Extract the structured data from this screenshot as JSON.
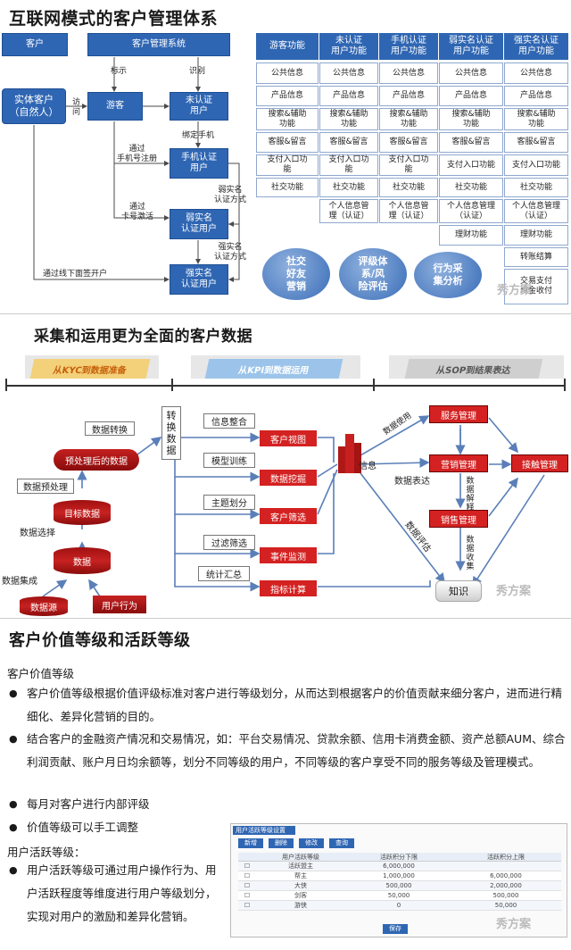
{
  "section1": {
    "title": "互联网模式的客户管理体系",
    "header_customer": "客户",
    "header_system": "客户管理系统",
    "entity_customer": "实体客户\n（自然人）",
    "visit": "访\n问",
    "mark": "标示",
    "identify": "识别",
    "visitor": "游客",
    "unverified": "未认证\n用户",
    "bind_phone": "绑定手机",
    "via_phone_register": "通过\n手机号注册",
    "phone_verified": "手机认证\n用户",
    "weak_method": "弱实名\n认证方式",
    "via_card_activate": "通过\n卡号激活",
    "weak_user": "弱实名\n认证用户",
    "strong_method": "强实名\n认证方式",
    "offline_open": "通过线下面签开户",
    "strong_user": "强实名\n认证用户",
    "ovals": [
      "社交\n好友\n营销",
      "评级体\n系/风\n险评估",
      "行为采\n集分析"
    ]
  },
  "table": {
    "headers": [
      "游客功能",
      "未认证\n用户功能",
      "手机认证\n用户功能",
      "弱实名认证\n用户功能",
      "强实名认证\n用户功能"
    ],
    "rows": [
      [
        "公共信息",
        "公共信息",
        "公共信息",
        "公共信息",
        "公共信息"
      ],
      [
        "产品信息",
        "产品信息",
        "产品信息",
        "产品信息",
        "产品信息"
      ],
      [
        "搜索&辅助\n功能",
        "搜索&辅助\n功能",
        "搜索&辅助\n功能",
        "搜索&辅助\n功能",
        "搜索&辅助\n功能"
      ],
      [
        "客服&留言",
        "客服&留言",
        "客服&留言",
        "客服&留言",
        "客服&留言"
      ],
      [
        "支付入口功\n能",
        "支付入口功\n能",
        "支付入口功\n能",
        "支付入口功能",
        "支付入口功能"
      ],
      [
        "社交功能",
        "社交功能",
        "社交功能",
        "社交功能",
        "社交功能"
      ],
      [
        "",
        "个人信息管\n理（认证）",
        "个人信息管\n理（认证）",
        "个人信息管理\n（认证）",
        "个人信息管理\n（认证）"
      ],
      [
        "",
        "",
        "",
        "理财功能",
        "理财功能"
      ],
      [
        "",
        "",
        "",
        "",
        "转账结算"
      ],
      [
        "",
        "",
        "",
        "",
        "交易支付\n现金收付"
      ]
    ]
  },
  "section2": {
    "title": "采集和运用更为全面的客户数据",
    "banners": [
      "从KYC到数据准备",
      "从KPI到数据运用",
      "从SOP到结果表达"
    ],
    "data_convert": "数据转换",
    "preprocessed": "预处理后的数据",
    "data_preprocess": "数据预处理",
    "target_data": "目标数据",
    "data_select": "数据选择",
    "data": "数据",
    "data_integrate": "数据集成",
    "data_source": "数据源",
    "user_behavior": "用户行为",
    "convert_data": "转\n换\n数\n据",
    "info_integrate": "信息整合",
    "customer_view": "客户视图",
    "model_train": "模型训练",
    "data_mining": "数据挖掘",
    "topic_divide": "主题划分",
    "customer_filter": "客户筛选",
    "filter": "过滤筛选",
    "event_monitor": "事件监测",
    "stat_summary": "统计汇总",
    "index_calc": "指标计算",
    "info": "信息",
    "data_use": "数据使用",
    "data_express": "数据表达",
    "data_assess": "数据评估",
    "service_mgmt": "服务管理",
    "marketing_mgmt": "营销管理",
    "touch_mgmt": "接触管理",
    "sales_mgmt": "销售管理",
    "data_explain": "数据解释",
    "data_collect": "数据收集",
    "knowledge": "知识"
  },
  "section3": {
    "title": "客户价值等级和活跃等级",
    "value_heading": "客户价值等级",
    "bullets": [
      "客户价值等级根据价值评级标准对客户进行等级划分，从而达到根据客户的价值贡献来细分客户，进而进行精细化、差异化营销的目的。",
      "结合客户的金融资产情况和交易情况，如：平台交易情况、贷款余额、信用卡消费金额、资产总额AUM、综合利润贡献、账户月日均余额等，划分不同等级的用户，不同等级的客户享受不同的服务等级及管理模式。",
      "每月对客户进行内部评级",
      "价值等级可以手工调整"
    ],
    "active_heading": "用户活跃等级：",
    "active_bullet": "用户活跃等级可通过用户操作行为、用户活跃程度等维度进行用户等级划分，实现对用户的激励和差异化营销。",
    "screenshot": {
      "title": "用户活跃等级设置",
      "buttons": [
        "新增",
        "删除",
        "修改",
        "查询"
      ],
      "headers": [
        "用户活跃等级",
        "活跃积分下限",
        "活跃积分上限"
      ],
      "rows": [
        [
          "活跃盟主",
          "6,000,000",
          ""
        ],
        [
          "帮主",
          "1,000,000",
          "6,000,000"
        ],
        [
          "大侠",
          "500,000",
          "2,000,000"
        ],
        [
          "剑客",
          "50,000",
          "500,000"
        ],
        [
          "游侠",
          "0",
          "50,000"
        ]
      ],
      "save": "保存"
    }
  },
  "watermark": "秀方案"
}
